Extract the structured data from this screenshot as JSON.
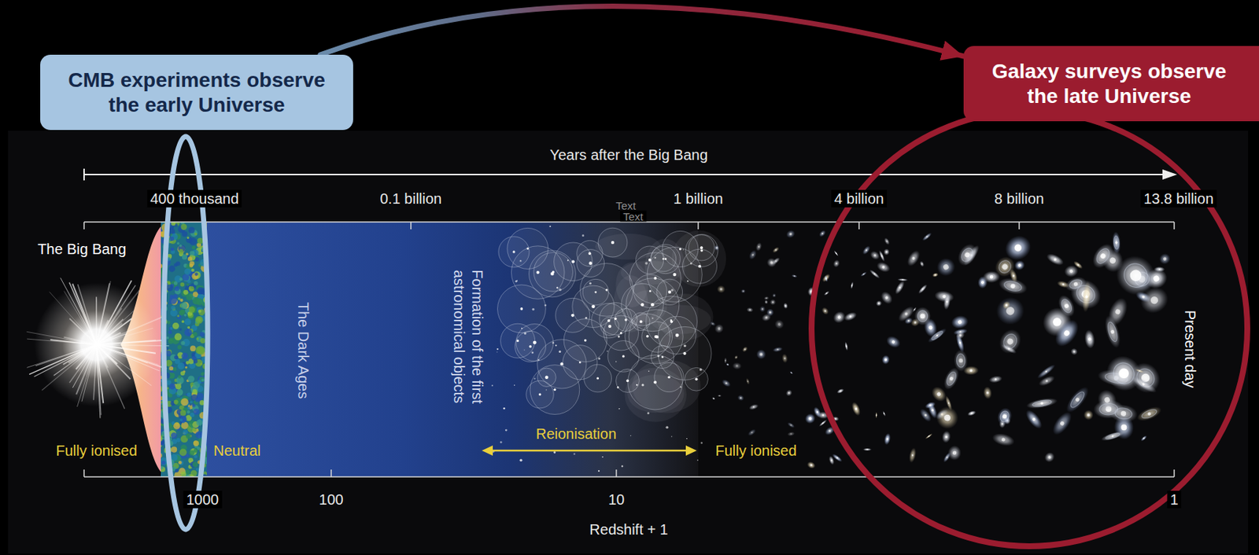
{
  "diagram": {
    "nodes": [
      {
        "text": [
          "CMB experiments observe the early Universe"
        ]
      },
      {
        "text": [
          "Galaxy surveys observe the late Universe"
        ]
      }
    ],
    "edges": [
      {
        "from": 0,
        "to": 1,
        "arrow": "to"
      }
    ],
    "labels": [
      "Years after the Big Bang",
      "400 thousand",
      "0.1 billion",
      "1 billion",
      "4 billion",
      "8 billion",
      "13.8 billion",
      "Text",
      "Text",
      "The Big Bang",
      "The Dark Ages",
      "Formation of the first astronomical objects",
      "Reionisation",
      "Fully ionised",
      "Neutral",
      "Fully ionised",
      "Present day",
      "1000",
      "100",
      "10",
      "1",
      "Redshift + 1"
    ]
  }
}
